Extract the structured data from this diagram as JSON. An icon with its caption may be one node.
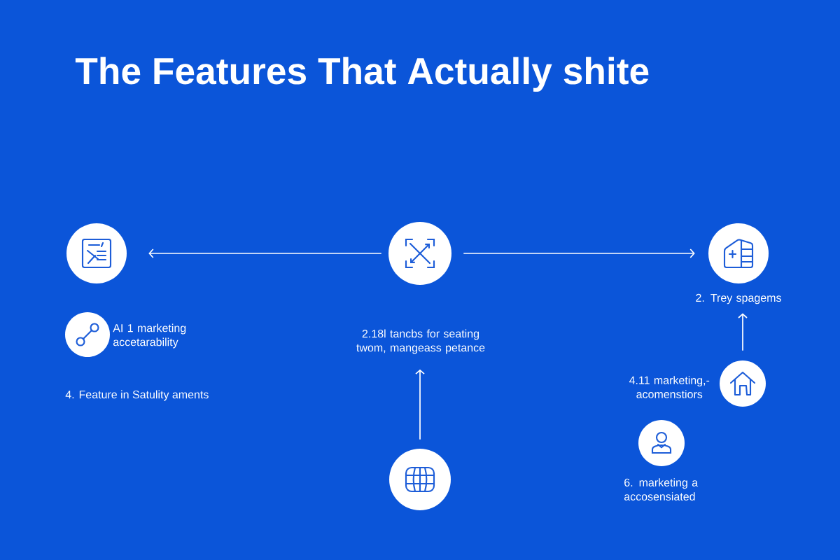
{
  "diagram": {
    "title": "The Features That Actually shite",
    "nodes": [
      {
        "text": [],
        "shape": "circle"
      },
      {
        "text": [],
        "shape": "circle"
      },
      {
        "text": [],
        "shape": "circle"
      },
      {
        "text": [
          "2. Trey spagems"
        ]
      },
      {
        "text": [],
        "shape": "circle",
        "beside": [
          "AI 1 marketing accetarability"
        ]
      },
      {
        "text": [
          "2.18l tancbs for seating twom, mangeass petance"
        ]
      },
      {
        "text": [],
        "shape": "circle",
        "beside": [
          "4.11 marketing,- acomenstiors"
        ]
      },
      {
        "text": [],
        "shape": "circle",
        "beside": [
          "6. marketing a accosensiated"
        ]
      },
      {
        "text": [],
        "shape": "circle"
      }
    ],
    "edges": [
      {
        "from": 1,
        "to": 0,
        "arrow": "to"
      },
      {
        "from": 1,
        "to": 2,
        "arrow": "to"
      },
      {
        "from": 8,
        "to": 5,
        "arrow": "to"
      },
      {
        "from": 6,
        "to": 3,
        "arrow": "to"
      }
    ],
    "labels": [
      "4. Feature in Satulity aments"
    ]
  }
}
